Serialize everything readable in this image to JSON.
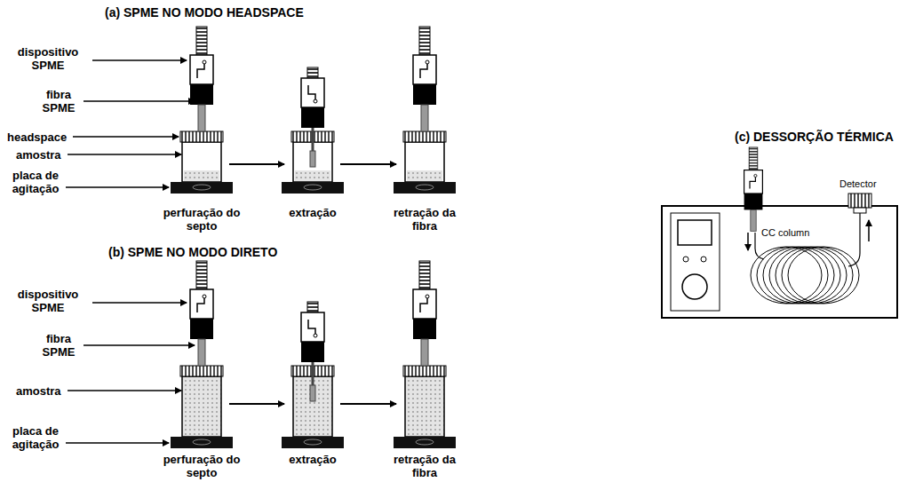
{
  "diagram": {
    "labels": [
      "(a) SPME NO MODO HEADSPACE",
      "dispositivo SPME",
      "fibra SPME",
      "headspace",
      "amostra",
      "placa de agitação",
      "perfuração do septo",
      "extração",
      "retração da fibra",
      "(b) SPME NO MODO DIRETO",
      "dispositivo SPME",
      "fibra SPME",
      "amostra",
      "placa de agitação",
      "perfuração do septo",
      "extração",
      "retração da fibra",
      "(c) DESSORÇÃO TÉRMICA",
      "Detector",
      "CC column"
    ]
  }
}
